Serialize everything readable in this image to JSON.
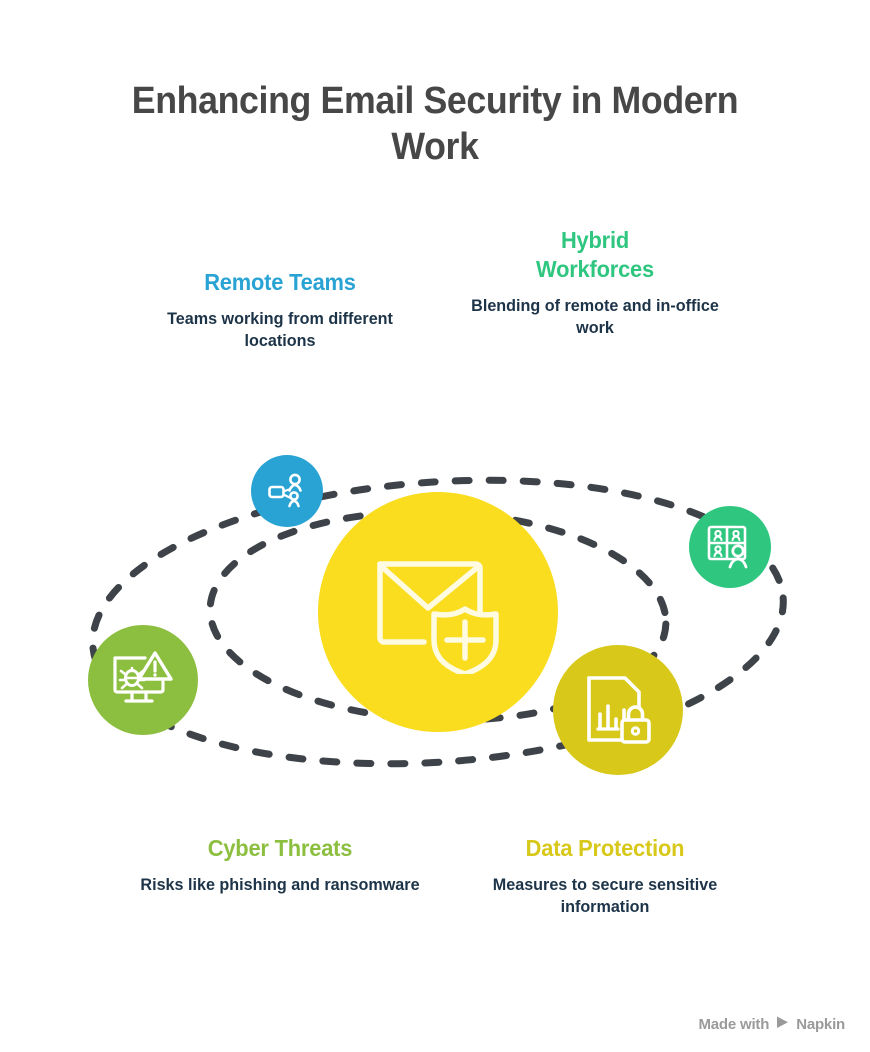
{
  "title": "Enhancing Email Security in Modern Work",
  "colors": {
    "title": "#474747",
    "description": "#1d3448",
    "center": "#FADD1E",
    "remote_teams": "#29A3D4",
    "hybrid_workforces": "#2FC680",
    "cyber_threats": "#8CBF3F",
    "data_protection": "#D8C81A",
    "orbit_dash": "#3D4348",
    "watermark": "#9a9a9a"
  },
  "center_node": {
    "icon": "email-shield-icon"
  },
  "nodes": [
    {
      "key": "remote_teams",
      "heading": "Remote Teams",
      "description": "Teams working from different locations",
      "color": "#29A3D4",
      "icon": "remote-collaboration-icon"
    },
    {
      "key": "hybrid_workforces",
      "heading": "Hybrid Workforces",
      "description": "Blending of remote and in-office work",
      "color": "#2FC680",
      "icon": "video-conference-grid-icon"
    },
    {
      "key": "cyber_threats",
      "heading": "Cyber Threats",
      "description": "Risks like phishing and ransomware",
      "color": "#8CBF3F",
      "icon": "monitor-bug-warning-icon"
    },
    {
      "key": "data_protection",
      "heading": "Data Protection",
      "description": "Measures to secure sensitive information",
      "color": "#D8C81A",
      "icon": "document-chart-lock-icon"
    }
  ],
  "watermark": {
    "prefix": "Made with",
    "brand": "Napkin",
    "mark_icon": "napkin-logo-icon"
  }
}
